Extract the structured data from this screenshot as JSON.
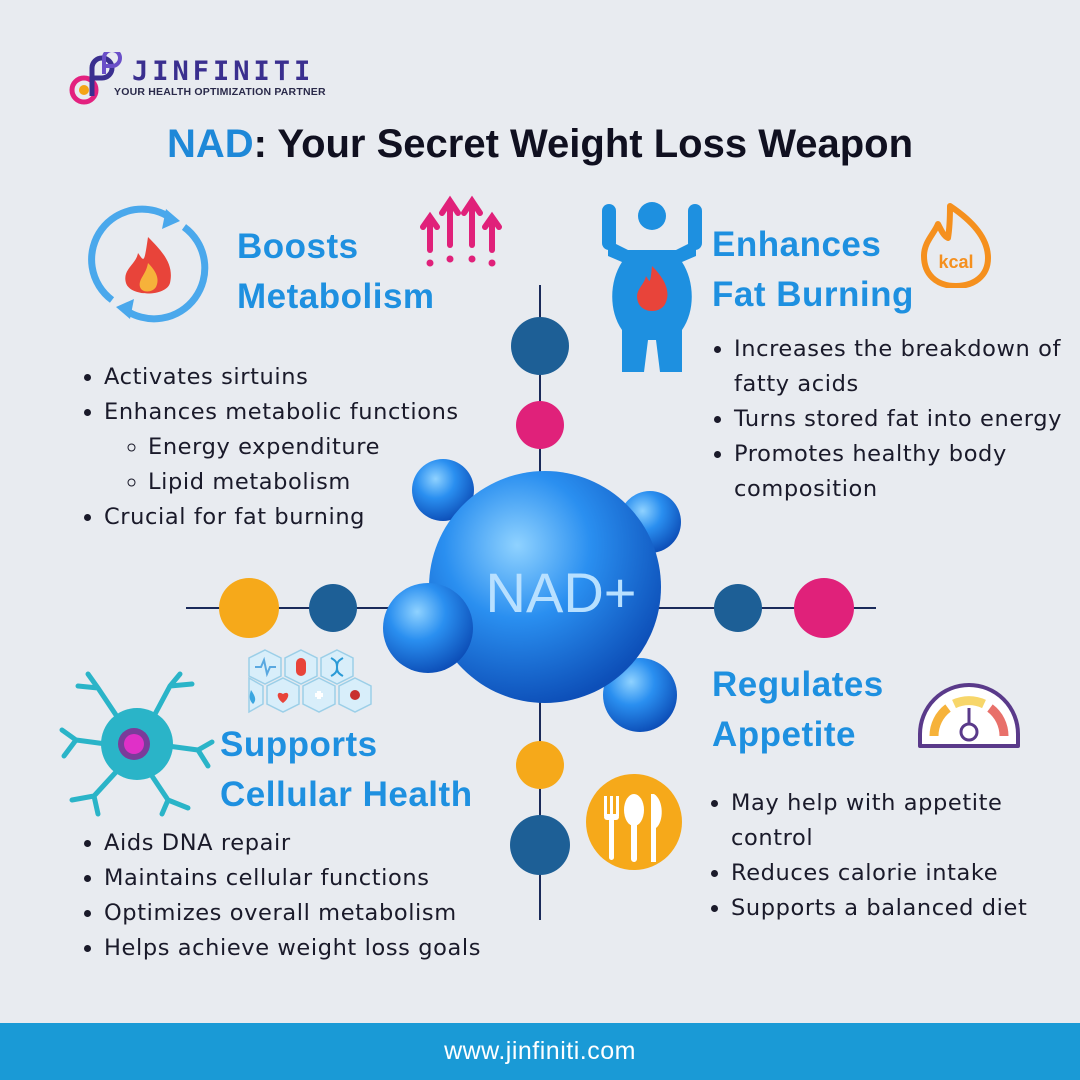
{
  "brand": {
    "name": "JINFINITI",
    "tagline": "YOUR HEALTH OPTIMIZATION PARTNER"
  },
  "title": {
    "highlight": "NAD",
    "rest": ": Your Secret Weight Loss Weapon"
  },
  "center_label": "NAD+",
  "sections": {
    "metabolism": {
      "heading_line1": "Boosts",
      "heading_line2": "Metabolism",
      "items": [
        "Activates sirtuins",
        "Enhances metabolic functions",
        "Crucial for fat burning"
      ],
      "subitems": [
        "Energy expenditure",
        "Lipid metabolism"
      ]
    },
    "fat": {
      "heading_line1": "Enhances",
      "heading_line2": "Fat Burning",
      "items": [
        "Increases the breakdown of fatty acids",
        "Turns stored fat into energy",
        "Promotes healthy body composition"
      ]
    },
    "cellular": {
      "heading_line1": "Supports",
      "heading_line2": "Cellular Health",
      "items": [
        "Aids DNA repair",
        "Maintains cellular functions",
        "Optimizes overall metabolism",
        "Helps achieve weight loss goals"
      ]
    },
    "appetite": {
      "heading_line1": "Regulates",
      "heading_line2": "Appetite",
      "items": [
        "May help with appetite control",
        "Reduces calorie intake",
        "Supports a balanced diet"
      ]
    }
  },
  "kcal_label": "kcal",
  "footer": "www.jinfiniti.com",
  "icons": [
    "refresh-fire-icon",
    "arrows-up-icon",
    "body-fire-icon",
    "kcal-flame-icon",
    "neuron-icon",
    "health-hexagons-icon",
    "gauge-icon",
    "cutlery-icon"
  ],
  "colors": {
    "accent_blue": "#1e90e0",
    "navy_dot": "#1d5f96",
    "pink_dot": "#e0217a",
    "orange_dot": "#f6a91a",
    "footer_bg": "#1a9ad6"
  }
}
